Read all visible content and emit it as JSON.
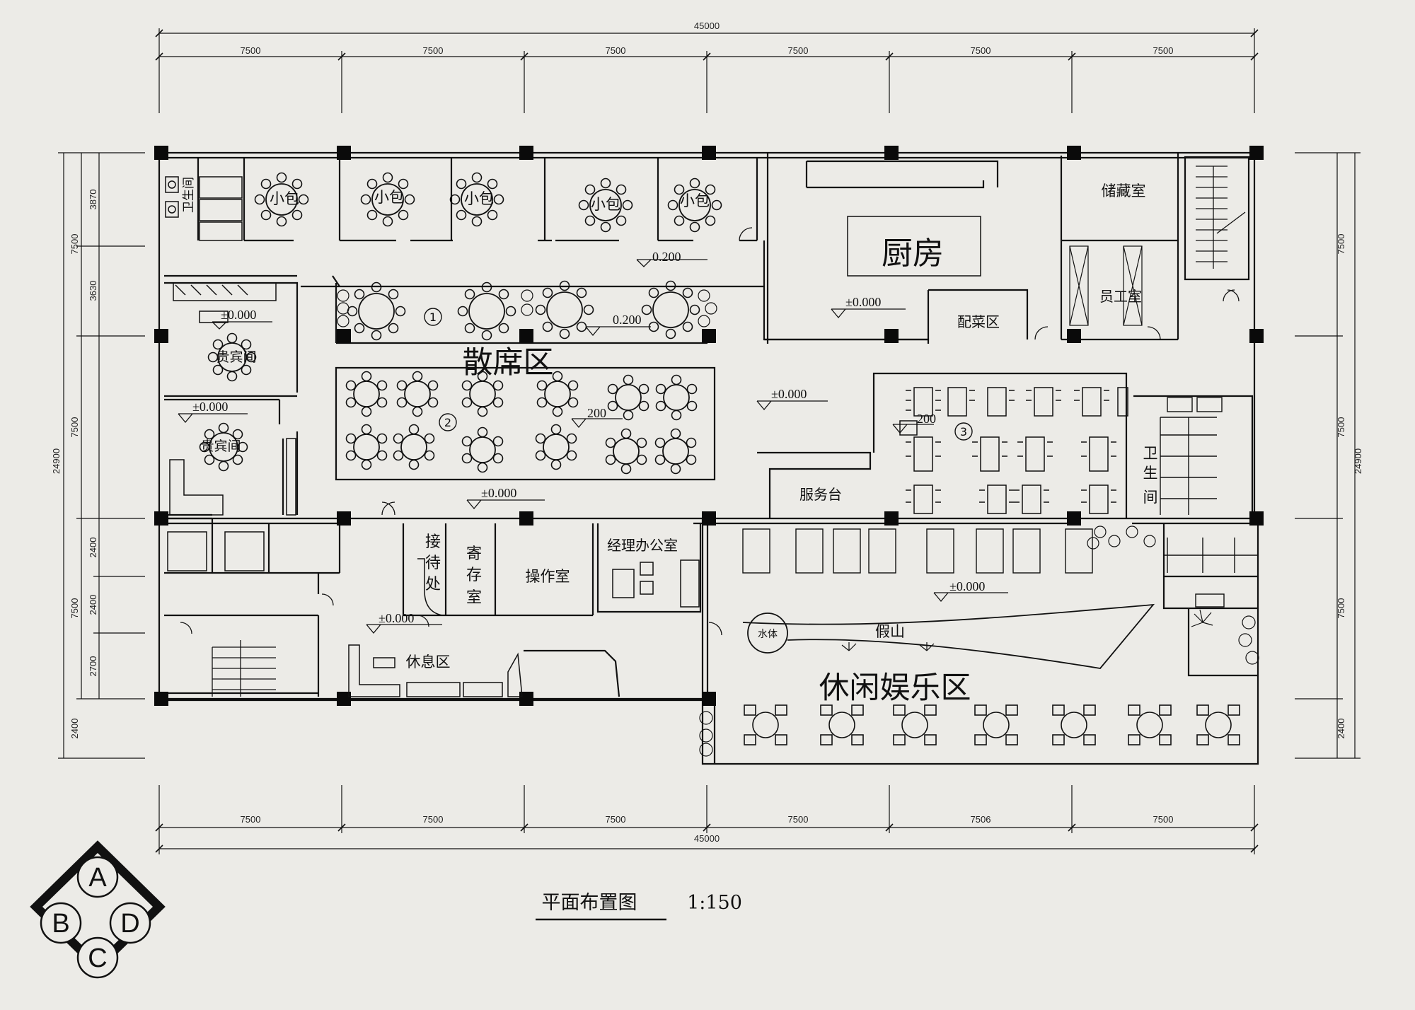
{
  "colors": {
    "paper": "#ecebe7",
    "ink": "#111111",
    "column": "#0a0a0a"
  },
  "dimensions": {
    "overall_top": "45000",
    "overall_bottom": "45000",
    "top_bays": [
      "7500",
      "7500",
      "7500",
      "7500",
      "7500",
      "7500"
    ],
    "bottom_bays": [
      "7500",
      "7500",
      "7500",
      "7500",
      "7506",
      "7500"
    ],
    "overall_left": "24900",
    "overall_right": "24900",
    "left_bays": [
      "7500",
      "7500",
      "7500",
      "2400"
    ],
    "left_sub": [
      "3870",
      "3630",
      "2400",
      "2400",
      "2700"
    ],
    "right_bays": [
      "7500",
      "7500",
      "7500",
      "2400"
    ]
  },
  "rooms": {
    "toilet_left": "卫生间",
    "private_room": "小包",
    "vip_room": "贵宾间",
    "hall": "散席区",
    "kitchen": "厨房",
    "storage": "储藏室",
    "staff_room": "员工室",
    "serving_area": "配菜区",
    "service_desk": "服务台",
    "toilet_right": "卫\n生\n间",
    "reception": "接\n待\n处",
    "cloakroom": "寄\n存\n室",
    "operation_room": "操作室",
    "manager_office": "经理办公室",
    "rest_area": "休息区",
    "water_feature": "水体",
    "rockery": "假山",
    "leisure_area": "休闲娱乐区"
  },
  "levels": {
    "corridor_top": "0.200",
    "kitchen": "±0.000",
    "vip_upper": "±0.000",
    "vip_lower": "±0.000",
    "hall_row1": "0.200",
    "hall_center": "±0.000",
    "hall_row2": "200",
    "area3": "200",
    "lobby": "±0.000",
    "rest_area": "±0.000",
    "leisure": "±0.000"
  },
  "area_numbers": [
    "1",
    "2",
    "3"
  ],
  "title": {
    "text": "平面布置图",
    "scale": "1:150"
  },
  "compass": {
    "north": "A",
    "west": "B",
    "east": "D",
    "south": "C"
  }
}
